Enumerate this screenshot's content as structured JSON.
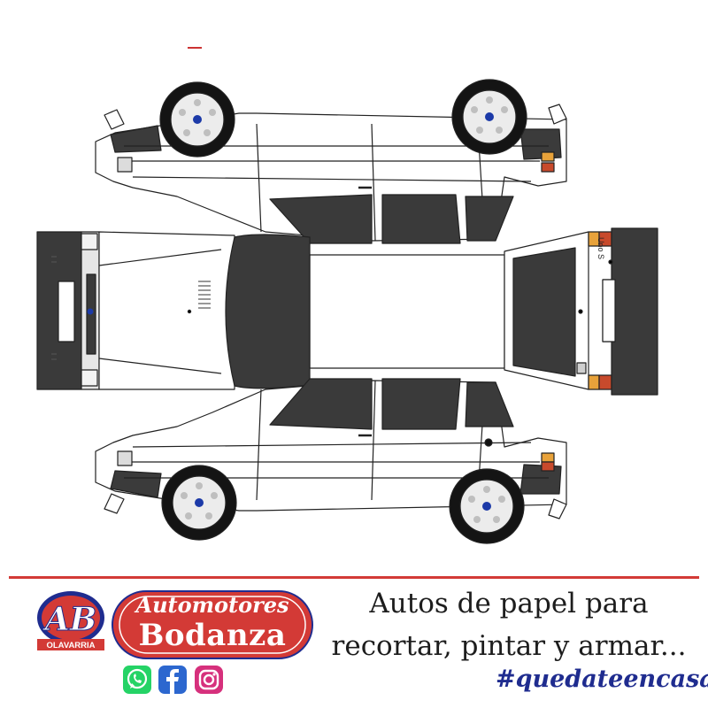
{
  "brand": {
    "logo_letters": "AB",
    "logo_city": "OLAVARRIA",
    "name_line1": "Automotores",
    "name_line2": "Bodanza",
    "colors": {
      "red": "#d33a36",
      "blue": "#1f2c8f",
      "whatsapp": "#25d366",
      "facebook": "#2c67cf",
      "instagram": "#d6307c"
    }
  },
  "car": {
    "model_badge": "Uno S"
  },
  "tagline": {
    "line1": "Autos de papel para",
    "line2": "recortar, pintar y armar..."
  },
  "hashtag": "#quedateencasa",
  "social_icons": [
    "whatsapp-icon",
    "facebook-icon",
    "instagram-icon"
  ]
}
